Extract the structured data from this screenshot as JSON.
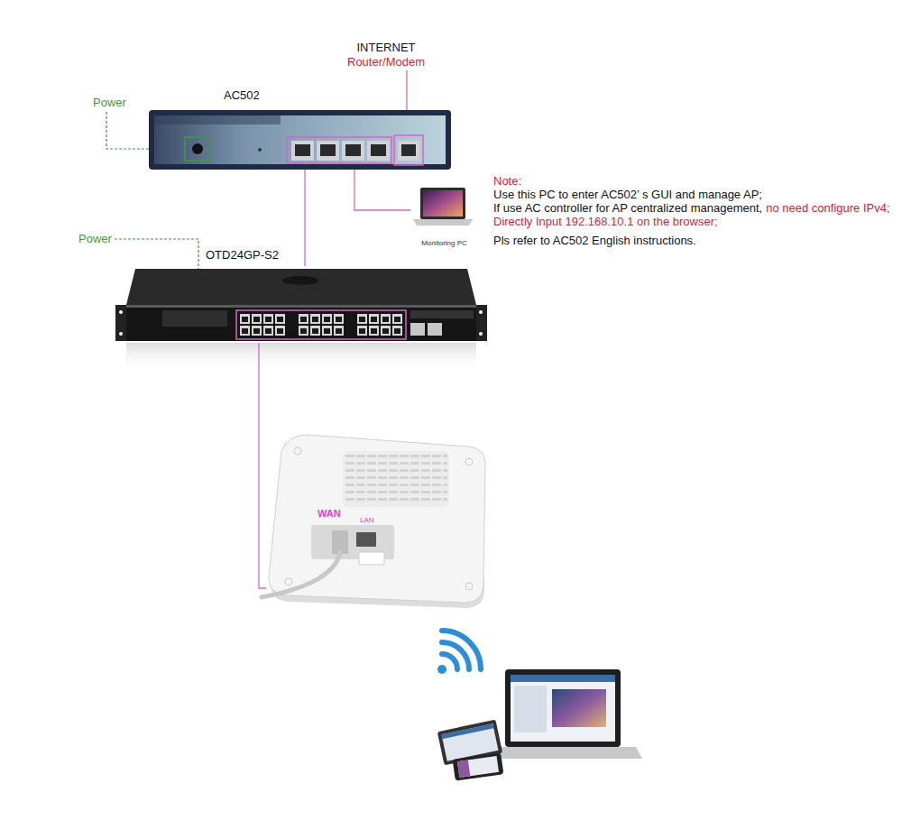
{
  "diagram": {
    "nodes": [
      {
        "text": [
          "INTERNET",
          "Router/Modem"
        ]
      },
      {
        "text": [
          "AC502"
        ]
      },
      {
        "text": [
          "Monitoring PC"
        ]
      },
      {
        "text": [
          "OTD24GP-S2"
        ]
      },
      {
        "text": [
          "WAN",
          "LAN"
        ]
      }
    ],
    "edges": [
      {
        "from": 0,
        "to": 1,
        "arrow": "none"
      },
      {
        "from": 1,
        "to": 2,
        "arrow": "none"
      },
      {
        "from": 1,
        "to": 3,
        "arrow": "none"
      },
      {
        "from": 3,
        "to": 4,
        "arrow": "none"
      }
    ],
    "labels": [
      "Power",
      "Note:",
      "Use this PC to enter AC502’ s GUI and manage AP;",
      "If use AC controller for AP centralized management,",
      "no need configure IPv4;",
      "Directly Input 192.168.10.1 on the browser;",
      "Pls refer to AC502 English instructions.",
      "Power"
    ]
  }
}
